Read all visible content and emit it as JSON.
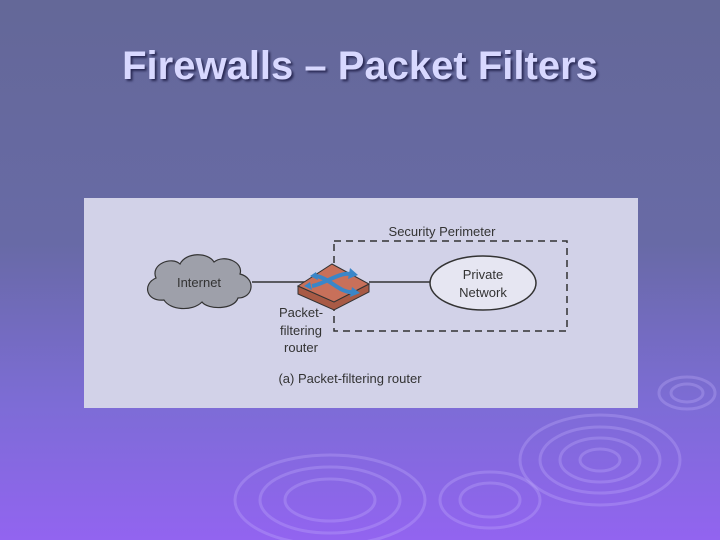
{
  "slide": {
    "title": "Firewalls – Packet Filters"
  },
  "diagram": {
    "perimeter_label": "Security Perimeter",
    "internet_label": "Internet",
    "private_network_label_line1": "Private",
    "private_network_label_line2": "Network",
    "router_label_line1": "Packet-",
    "router_label_line2": "filtering",
    "router_label_line3": "router",
    "caption": "(a) Packet-filtering router"
  },
  "colors": {
    "background_top": "#646898",
    "background_bottom": "#9264f0",
    "title_text": "#d8d8ff",
    "panel": "#d2d2e8",
    "cloud_fill": "#9ea0aa",
    "router_fill": "#c8705a",
    "router_arrows": "#3a86c8"
  },
  "icons": {
    "internet": "cloud-icon",
    "router": "router-icon",
    "private_network": "ellipse-node"
  }
}
